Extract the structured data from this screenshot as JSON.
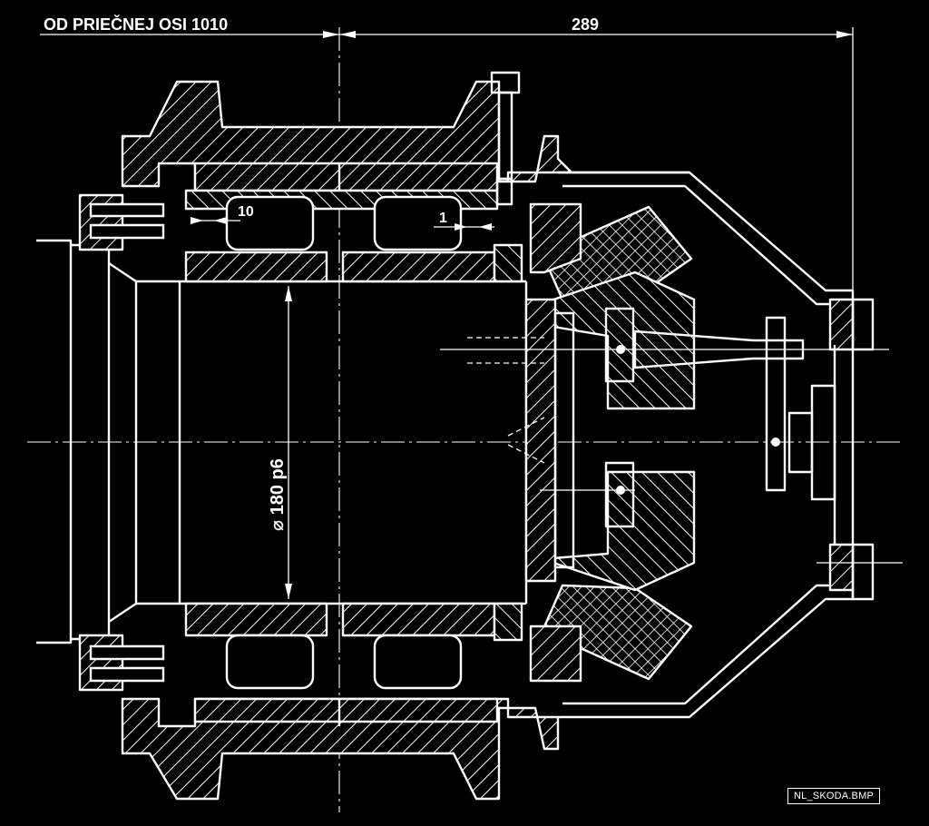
{
  "dimensions": {
    "reference_label": "OD PRIEČNEJ OSI 1010",
    "overall_length": "289",
    "roller_gap_left": "10",
    "roller_gap_right": "1",
    "journal_diameter": "⌀ 180 p6"
  },
  "file_label": "NL_SKODA.BMP",
  "colors": {
    "background": "#000000",
    "lines": "#ffffff"
  }
}
